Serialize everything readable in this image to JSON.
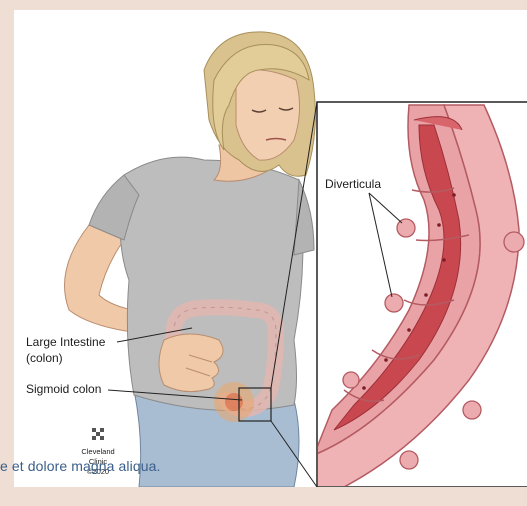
{
  "labels": {
    "large_intestine_line1": "Large Intestine",
    "large_intestine_line2": "(colon)",
    "sigmoid_colon": "Sigmoid colon",
    "diverticula": "Diverticula"
  },
  "credit": {
    "line1": "Cleveland",
    "line2": "Clinic",
    "line3": "©2020"
  },
  "caption": "e et dolore magna aliqua.",
  "colors": {
    "page_background": "#eeded3",
    "colon_pink": "#e9a3a7",
    "colon_inner": "#c9484f",
    "shirt_gray": "#b8b8b8",
    "hair_blonde": "#d9c28e",
    "caption_text": "#3a5f8a"
  }
}
